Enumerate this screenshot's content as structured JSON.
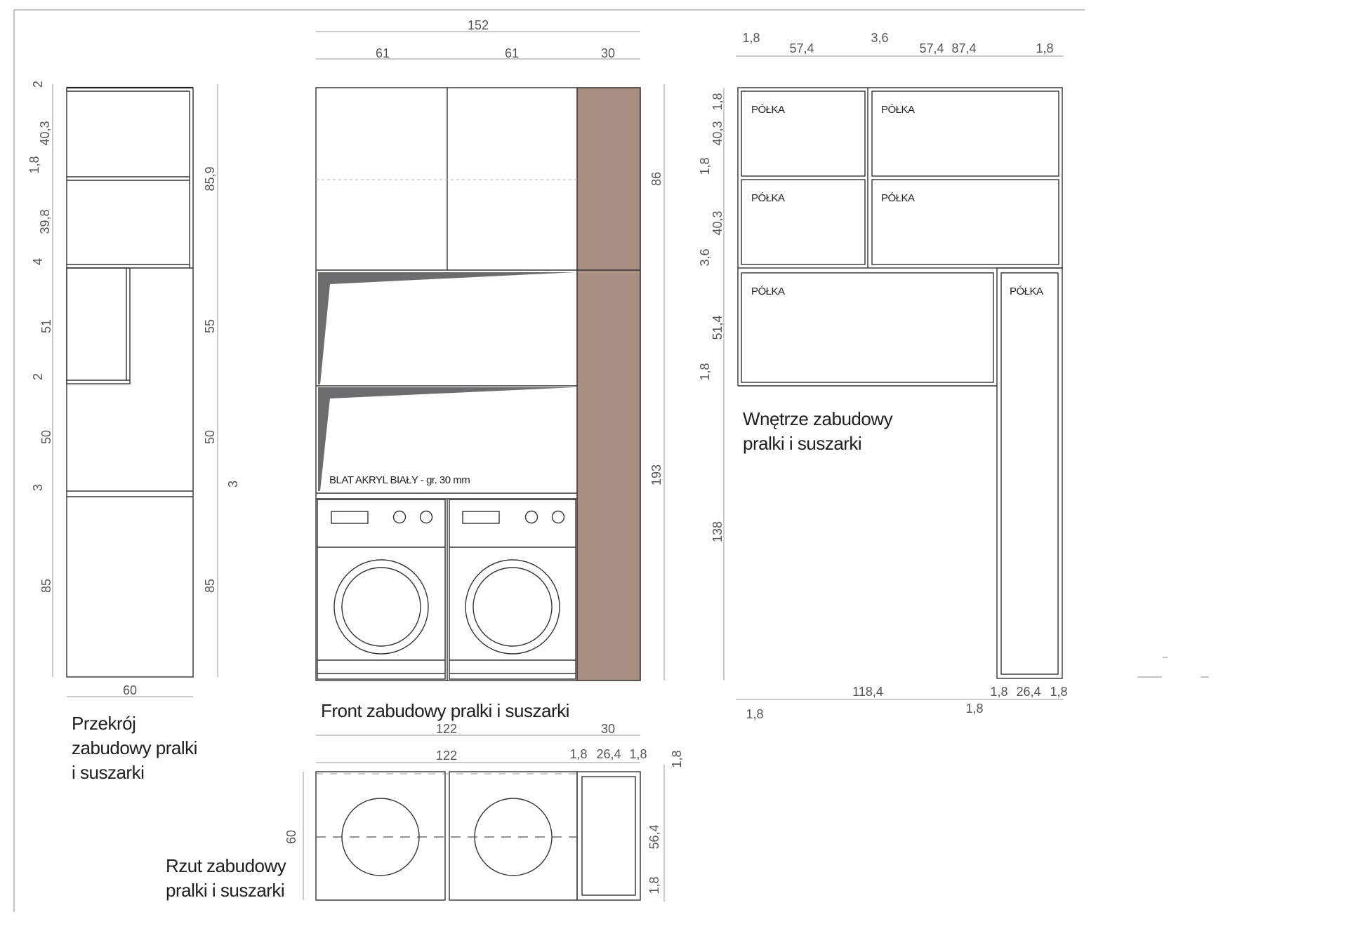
{
  "colors": {
    "line": "#333333",
    "dimension": "#9a9a9a",
    "side_panel": "#a98f82",
    "dark_accent": "#6d6d70"
  },
  "section_view": {
    "title_lines": [
      "Przekrój",
      "zabudowy pralki",
      "i suszarki"
    ],
    "dims_left": [
      "2",
      "40,3",
      "1,8",
      "39,8",
      "4",
      "51",
      "2",
      "50",
      "3",
      "85"
    ],
    "dims_right": [
      "85,9",
      "55",
      "50",
      "3",
      "85"
    ],
    "dim_bottom": "60"
  },
  "front_view": {
    "title": "Front zabudowy pralki i suszarki",
    "dim_total": "152",
    "dims_top": [
      "61",
      "61",
      "30"
    ],
    "dims_right": [
      "86",
      "193"
    ],
    "countertop_label": "BLAT AKRYL BIAŁY - gr. 30 mm"
  },
  "interior_view": {
    "title_lines": [
      "Wnętrze zabudowy",
      "pralki i suszarki"
    ],
    "dims_top": [
      "1,8",
      "57,4",
      "3,6",
      "57,4",
      "87,4",
      "1,8"
    ],
    "dims_left": [
      "1,8",
      "40,3",
      "1,8",
      "40,3",
      "3,6",
      "51,4",
      "1,8",
      "138"
    ],
    "dims_bottom": [
      "1,8",
      "118,4",
      "1,8",
      "1,8",
      "26,4",
      "1,8"
    ],
    "shelf_label": "PÓŁKA"
  },
  "plan_view": {
    "title_lines": [
      "Rzut zabudowy",
      "pralki i suszarki"
    ],
    "dims_top_outer": [
      "122",
      "30"
    ],
    "dims_top_inner": [
      "122",
      "1,8",
      "26,4",
      "1,8"
    ],
    "dim_left": "60",
    "dims_right": [
      "1,8",
      "56,4",
      "1,8"
    ]
  }
}
